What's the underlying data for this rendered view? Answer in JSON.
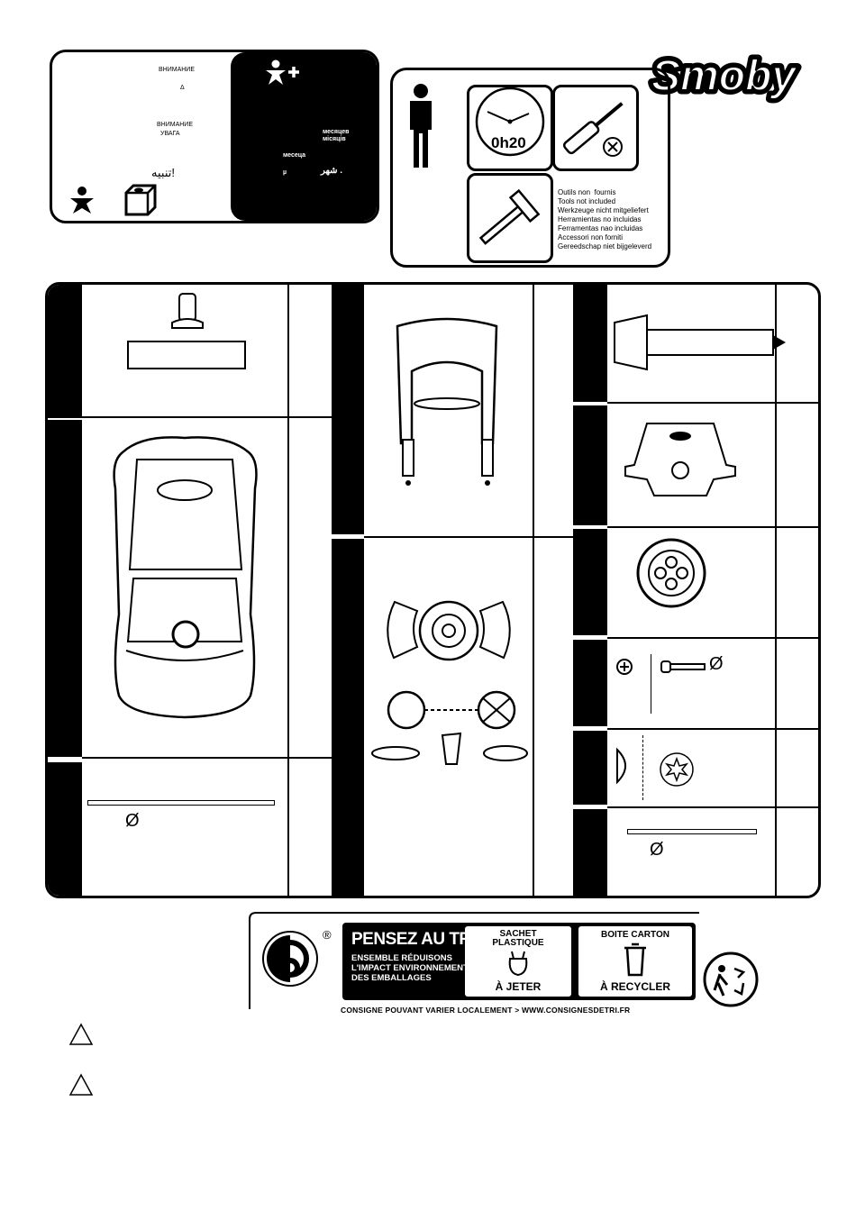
{
  "brand": {
    "logo": "Smoby"
  },
  "warning": {
    "ru_1": "ВНИМАНИЕ",
    "delta": "Δ",
    "ru_2": "ВНИМАНИЕ",
    "uk": "УВАГА",
    "ar": "تنبيه!",
    "months_ru_uk": "месяцев\nмісяців",
    "month_bg": "месеца",
    "mu": "µ",
    "ar_month": "شهر ."
  },
  "assembly_info": {
    "time": "0h20",
    "tools_not_included": "Outils non  fournis\nTools not included\nWerkzeuge nicht mitgeliefert\nHerramientas no incluidas\nFerramentas nao incluidas\nAccessori non forniti\nGereedschap niet bijgeleverd"
  },
  "parts": {
    "diameter_symbol": "Ø"
  },
  "recycling": {
    "headline": "PENSEZ AU TRI !",
    "subline_1": "ENSEMBLE RÉDUISONS",
    "subline_2": "L'IMPACT ENVIRONNEMENTAL",
    "subline_3": "DES EMBALLAGES",
    "bag_title": "SACHET\nPLASTIQUE",
    "bag_action": "À JETER",
    "box_title": "BOITE CARTON",
    "box_action": "À RECYCLER",
    "registered": "®",
    "footer": "CONSIGNE POUVANT VARIER LOCALEMENT > WWW.CONSIGNESDETRI.FR"
  },
  "colors": {
    "ink": "#000000",
    "paper": "#ffffff"
  }
}
